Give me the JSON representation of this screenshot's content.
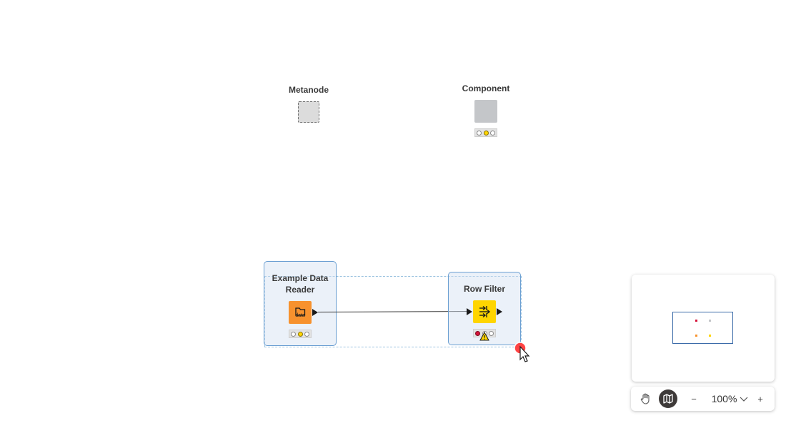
{
  "nodes": {
    "metanode": {
      "title": "Metanode"
    },
    "component": {
      "title": "Component"
    },
    "reader": {
      "title_line1": "Example Data",
      "title_line2": "Reader",
      "icon_label": "data",
      "color": "#f7922e"
    },
    "row_filter": {
      "title": "Row Filter",
      "color": "#ffd500"
    }
  },
  "status_colors": {
    "yellow": "#ffd500",
    "red": "#d6143b",
    "inactive": "#ffffff"
  },
  "icons": {
    "pan": "hand-icon",
    "map": "map-icon",
    "zoom_out": "minus-icon",
    "zoom_in": "plus-icon",
    "dropdown": "chevron-down-icon",
    "warning": "warning-icon",
    "cursor": "cursor-icon"
  },
  "toolbar": {
    "zoom_level": "100%",
    "zoom_out_glyph": "−",
    "zoom_in_glyph": "+"
  },
  "colors": {
    "selection": "#6b9fd2",
    "minimap_frame": "#3a6aa8",
    "active_button": "#3e3a39"
  }
}
